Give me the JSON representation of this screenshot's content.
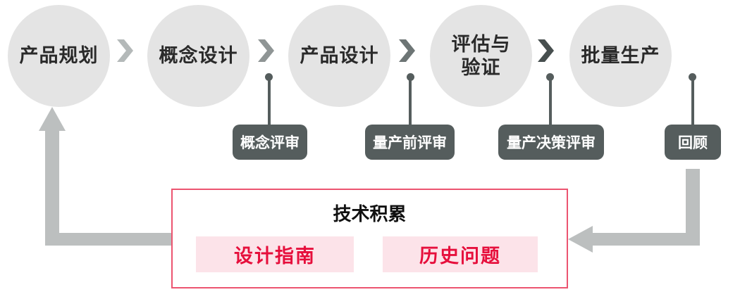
{
  "process": {
    "stages": [
      {
        "lines": [
          "产品规划"
        ]
      },
      {
        "lines": [
          "概念设计"
        ]
      },
      {
        "lines": [
          "产品设计"
        ]
      },
      {
        "lines": [
          "评估与",
          "验证"
        ]
      },
      {
        "lines": [
          "批量生产"
        ]
      }
    ],
    "chevron_colors": [
      "#b4b9b9",
      "#8f9595",
      "#6d7575",
      "#474f4f"
    ]
  },
  "reviews": [
    {
      "label": "概念评审"
    },
    {
      "label": "量产前评审"
    },
    {
      "label": "量产决策评审"
    },
    {
      "label": "回顾"
    }
  ],
  "knowledge_box": {
    "title": "技术积累",
    "items": [
      {
        "label": "设计指南"
      },
      {
        "label": "历史问题"
      }
    ]
  },
  "colors": {
    "stage_circle_fill": "#e4e4e4",
    "stage_text": "#2a2a2a",
    "review_chip_fill": "#555d5d",
    "review_chip_text": "#ffffff",
    "connector": "#555d5d",
    "feedback_arrow": "#bcbfbf",
    "knowledge_border": "#ec5470",
    "knowledge_item_fill": "#fce3e9",
    "knowledge_item_text": "#e60f3c"
  }
}
